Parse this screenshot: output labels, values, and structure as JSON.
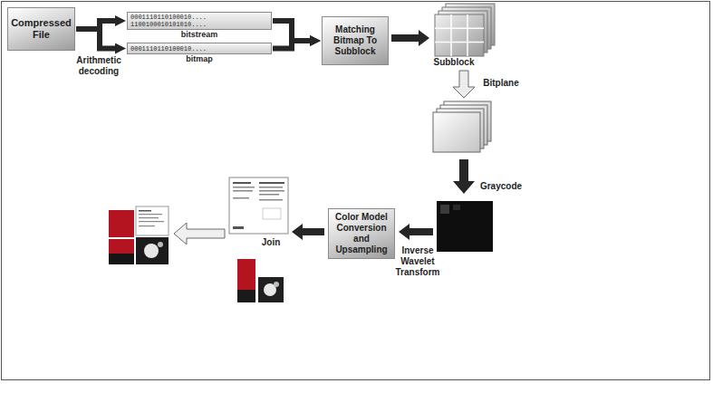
{
  "diagram": {
    "nodes": [
      {
        "text": [
          "Compressed File"
        ]
      },
      {
        "text": [
          "0001110110100010.... 1100100010101010....",
          "bitstream"
        ]
      },
      {
        "text": [
          "0001110110100010....",
          "bitmap"
        ]
      },
      {
        "text": [
          "Matching Bitmap To Subblock"
        ]
      },
      {
        "text": [
          "Color Model Conversion and Upsampling"
        ]
      }
    ],
    "edges": [
      {
        "from": 0,
        "to": 1,
        "arrow": "to"
      },
      {
        "from": 0,
        "to": 2,
        "label": "Arithmetic decoding",
        "arrow": "to"
      },
      {
        "from": 1,
        "to": 3,
        "arrow": "to"
      },
      {
        "from": 2,
        "to": 3,
        "arrow": "to"
      }
    ],
    "labels": [
      "Subblock",
      "Bitplane",
      "Graycode",
      "Inverse Wavelet Transform",
      "Join"
    ]
  }
}
